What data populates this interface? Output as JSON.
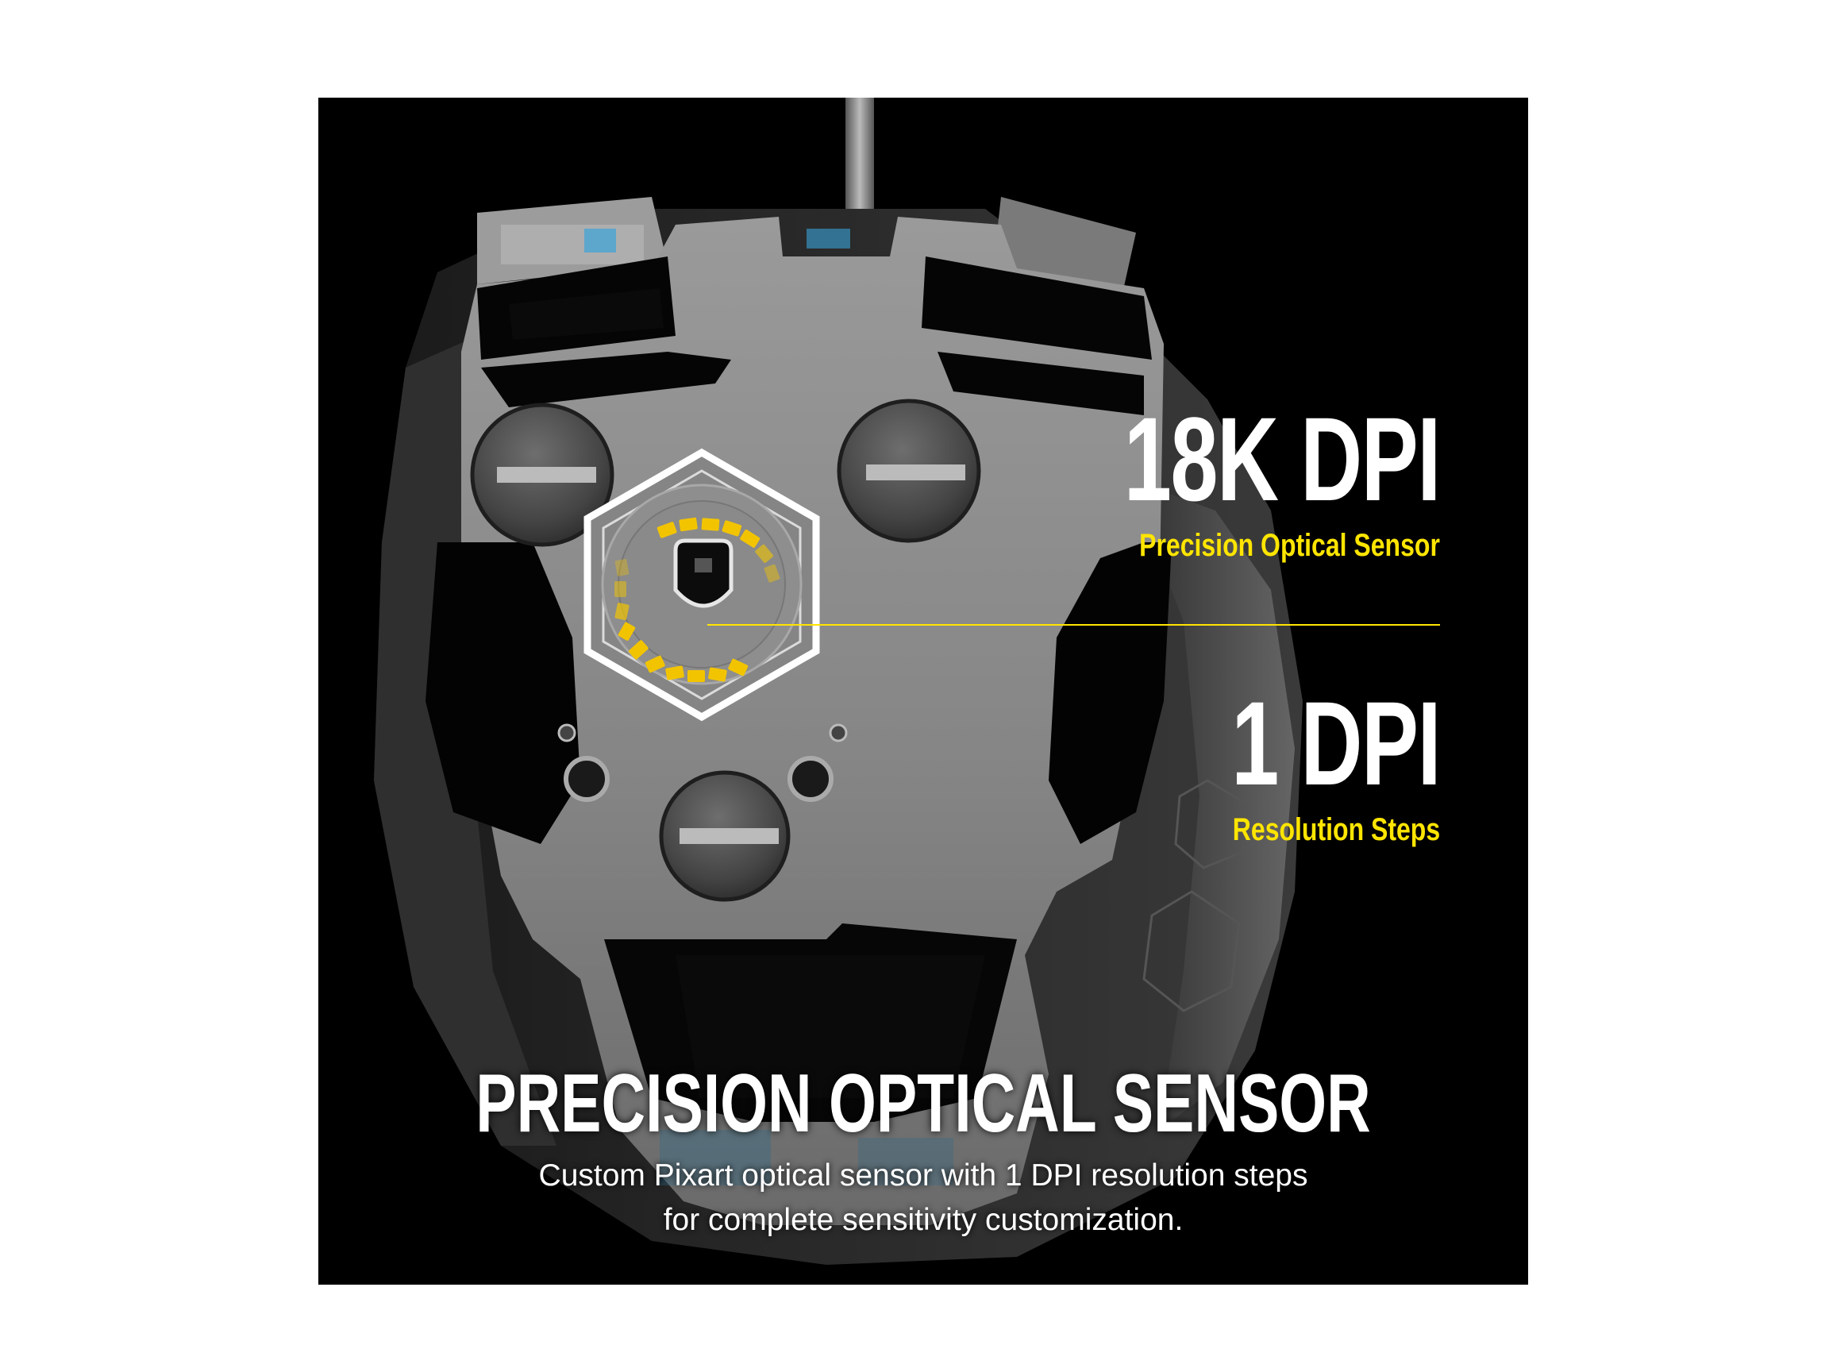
{
  "stats": [
    {
      "value": "18K DPI",
      "caption": "Precision Optical Sensor"
    },
    {
      "value": "1 DPI",
      "caption": "Resolution Steps"
    }
  ],
  "feature": {
    "title": "PRECISION OPTICAL SENSOR",
    "description": "Custom Pixart optical sensor with 1 DPI resolution steps for complete sensitivity customization."
  },
  "colors": {
    "background": "#000000",
    "accent": "#ffe500",
    "text": "#ffffff",
    "plate": "#8d8d8d"
  },
  "icons": [
    "hexagon-sensor-icon"
  ]
}
